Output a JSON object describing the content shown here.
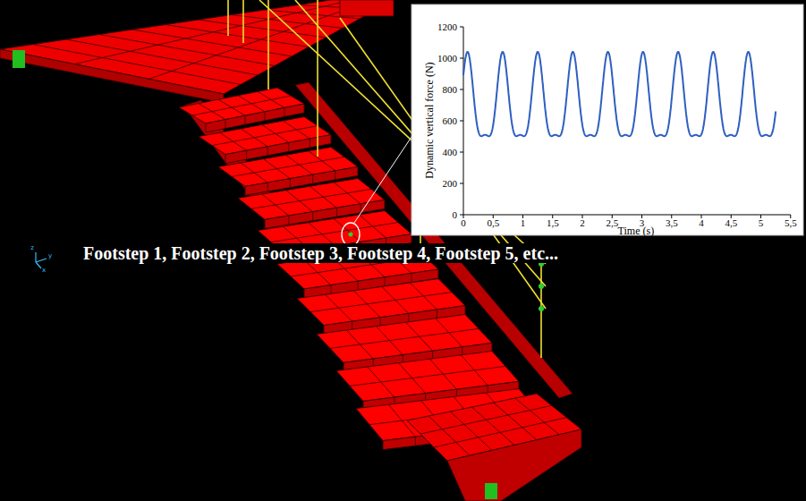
{
  "diagram": {
    "labels": [
      "Dynamic vertical force (N)",
      "Time (s)",
      "0",
      "200",
      "400",
      "600",
      "800",
      "1000",
      "1200",
      "0",
      "0,5",
      "1",
      "1,5",
      "2",
      "2,5",
      "3",
      "3,5",
      "4",
      "4,5",
      "5",
      "5,5",
      "Footstep 1, Footstep 2, Footstep 3, Footstep 4, Footstep 5, etc...",
      "z",
      "y",
      "x"
    ]
  }
}
